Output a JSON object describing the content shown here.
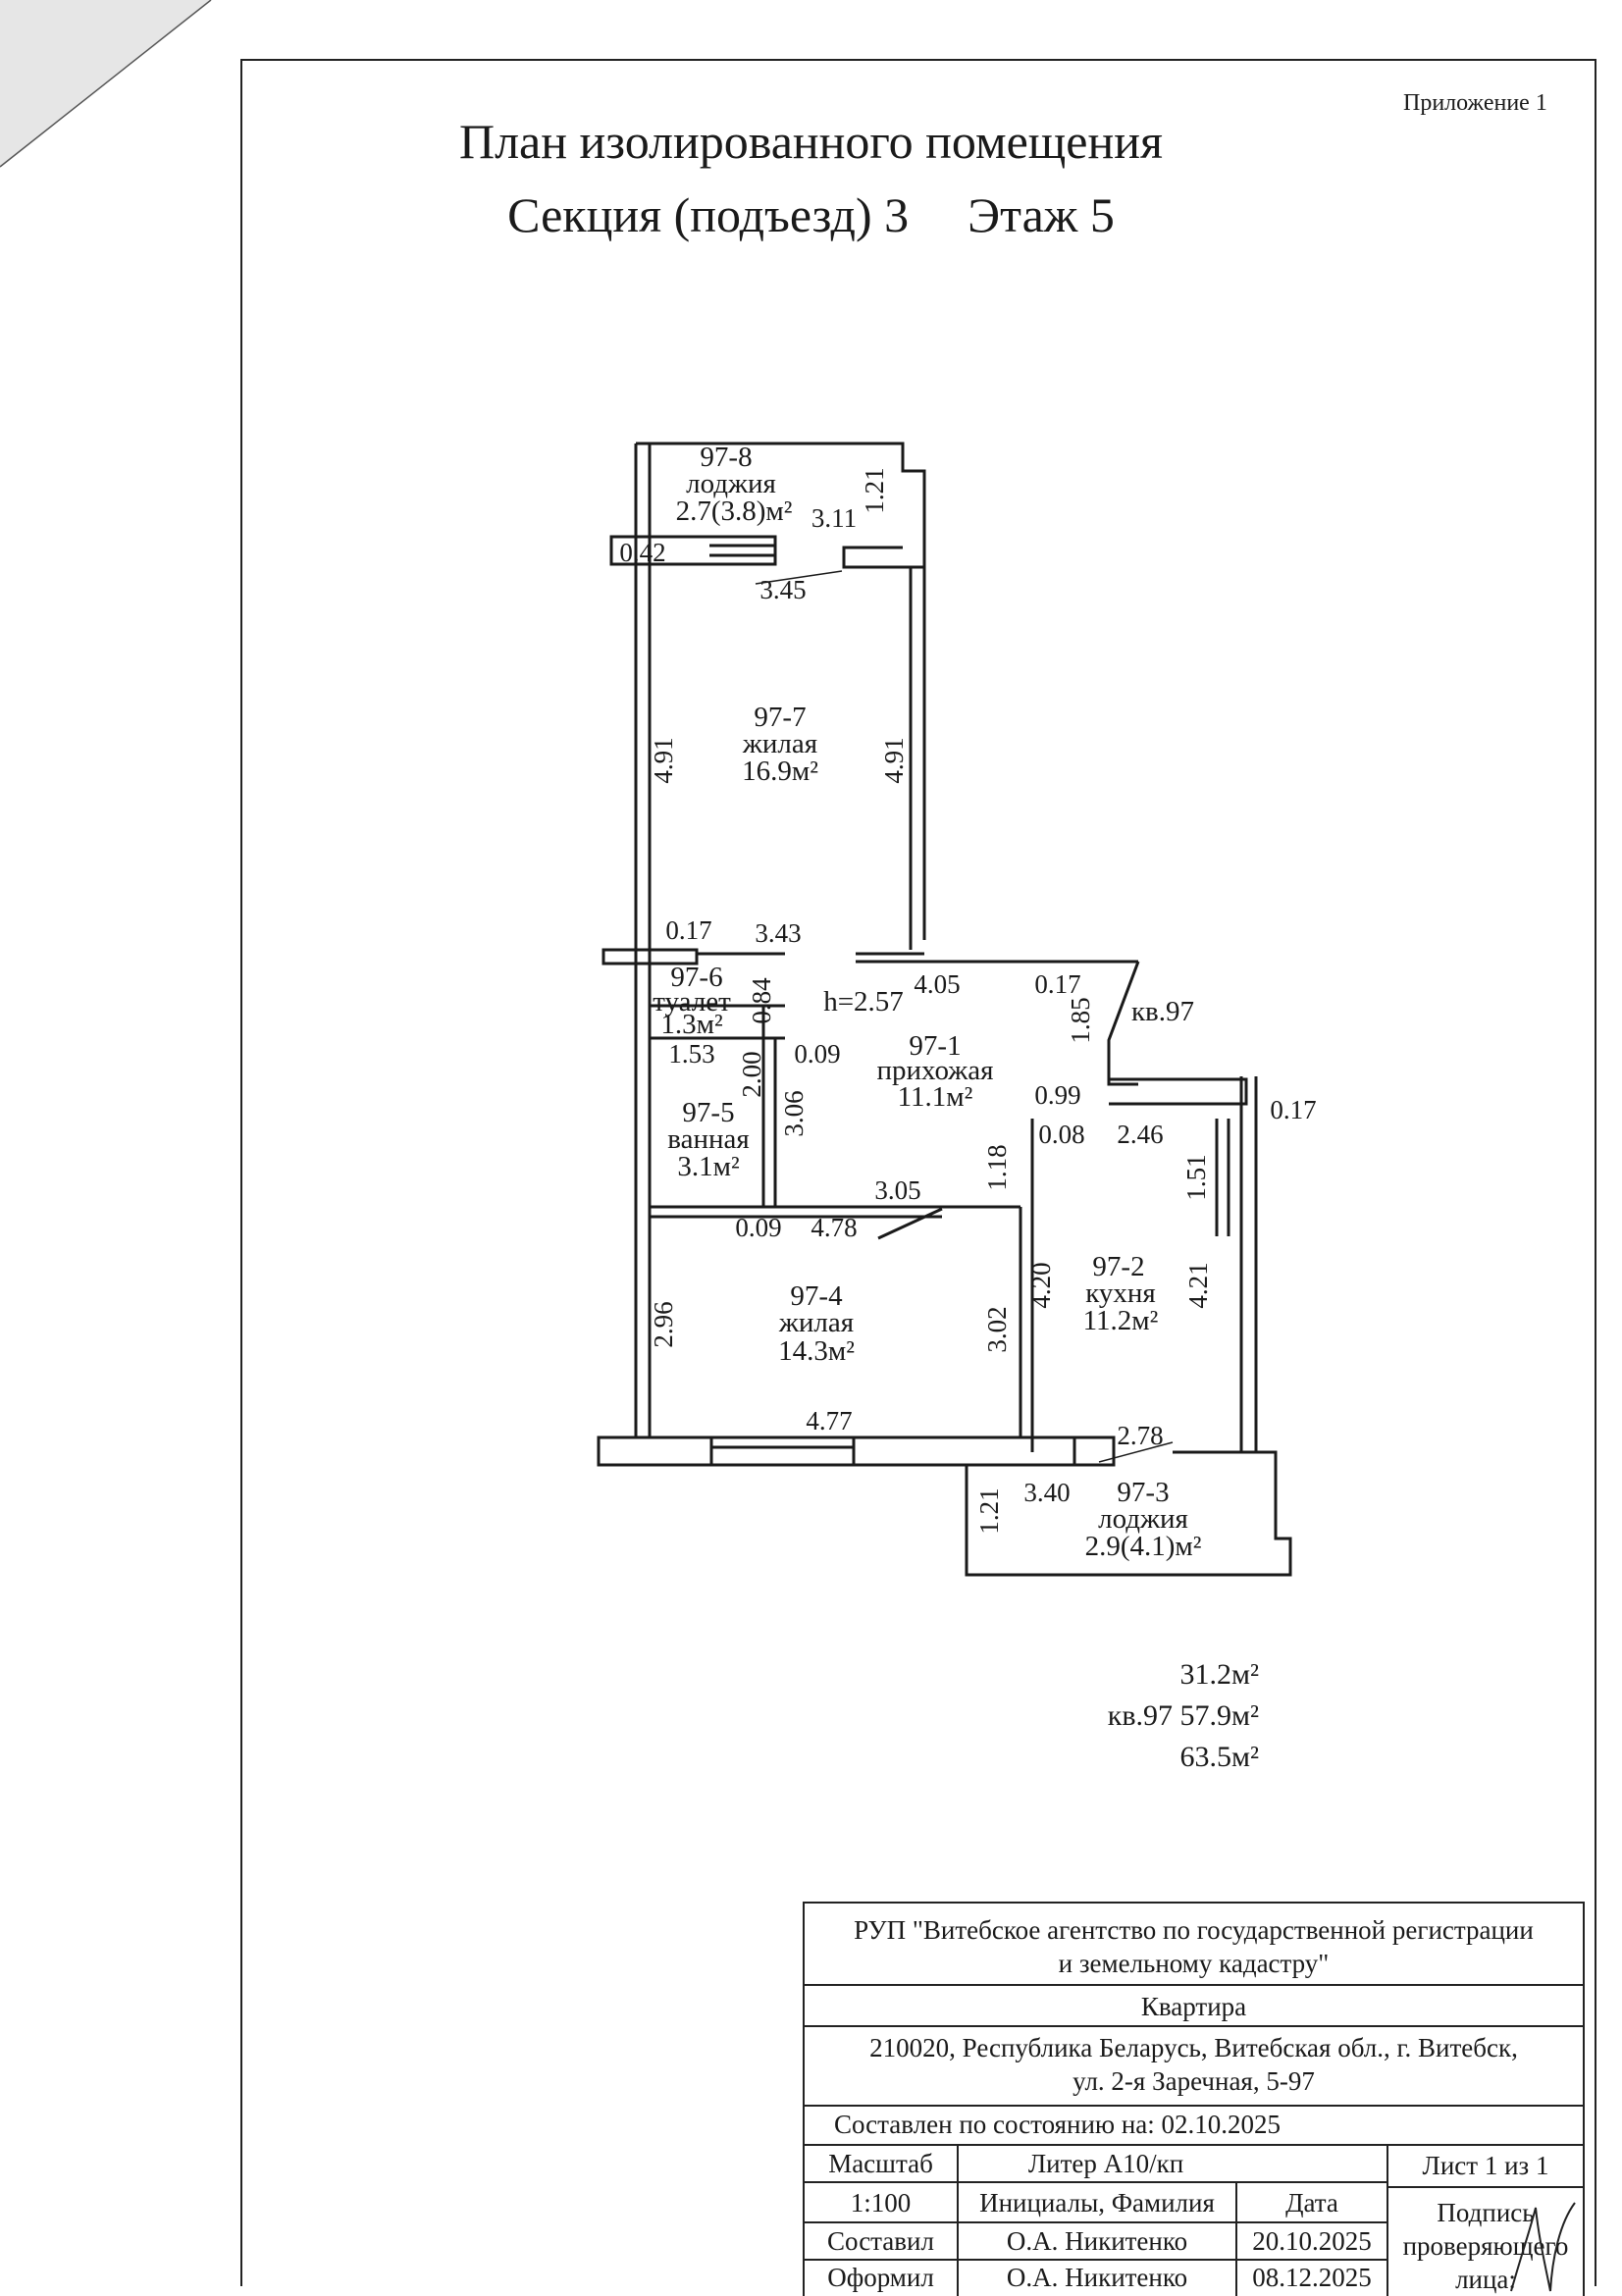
{
  "header": {
    "appendix": "Приложение 1",
    "title": "План изолированного помещения",
    "section": "Секция (подъезд) 3",
    "floor": "Этаж 5"
  },
  "plan": {
    "rooms": [
      {
        "id": "97-8",
        "name": "лоджия",
        "area": "2.7(3.8)м²"
      },
      {
        "id": "97-7",
        "name": "жилая",
        "area": "16.9м²"
      },
      {
        "id": "97-6",
        "name": "туалет",
        "area": "1.3м²"
      },
      {
        "id": "97-5",
        "name": "ванная",
        "area": "3.1м²"
      },
      {
        "id": "97-1",
        "name": "прихожая",
        "area": "11.1м²"
      },
      {
        "id": "97-4",
        "name": "жилая",
        "area": "14.3м²"
      },
      {
        "id": "97-2",
        "name": "кухня",
        "area": "11.2м²"
      },
      {
        "id": "97-3",
        "name": "лоджия",
        "area": "2.9(4.1)м²"
      }
    ],
    "height": "h=2.57",
    "entrance": "кв.97",
    "dims": {
      "d121a": "1.21",
      "d311": "3.11",
      "d042": "0.42",
      "d345": "3.45",
      "d491l": "4.91",
      "d491r": "4.91",
      "d017a": "0.17",
      "d343": "3.43",
      "d084": "0.84",
      "d405": "4.05",
      "d017b": "0.17",
      "d185": "1.85",
      "d153": "1.53",
      "d200": "2.00",
      "d009a": "0.09",
      "d306": "3.06",
      "d099": "0.99",
      "d008": "0.08",
      "d246": "2.46",
      "d017c": "0.17",
      "d151": "1.51",
      "d118": "1.18",
      "d305": "3.05",
      "d009b": "0.09",
      "d478": "4.78",
      "d296": "2.96",
      "d302": "3.02",
      "d420": "4.20",
      "d421": "4.21",
      "d477": "4.77",
      "d278": "2.78",
      "d121b": "1.21",
      "d340": "3.40"
    }
  },
  "totals": {
    "living": "31.2м²",
    "apartment_label": "кв.97",
    "total": "57.9м²",
    "total_with_loggia": "63.5м²"
  },
  "stamp": {
    "org_line1": "РУП \"Витебское агентство по государственной регистрации",
    "org_line2": "и земельному кадастру\"",
    "object": "Квартира",
    "address_line1": "210020, Республика Беларусь, Витебская обл., г. Витебск,",
    "address_line2": "ул. 2-я Заречная, 5-97",
    "as_of": "Составлен по состоянию на: 02.10.2025",
    "scale_label": "Масштаб",
    "liter": "Литер А10/кп",
    "sheet": "Лист  1  из 1",
    "scale_value": "1:100",
    "initials_label": "Инициалы, Фамилия",
    "date_label": "Дата",
    "sign_label_1": "Подпись",
    "sign_label_2": "проверяющего",
    "sign_label_3": "лица:",
    "row1_role": "Составил",
    "row1_name": "О.А. Никитенко",
    "row1_date": "20.10.2025",
    "row2_role": "Оформил",
    "row2_name": "О.А. Никитенко",
    "row2_date": "08.12.2025"
  }
}
